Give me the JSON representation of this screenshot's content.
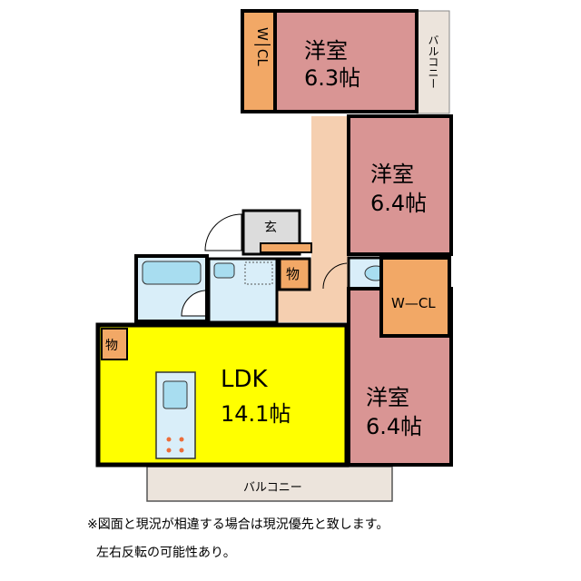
{
  "rooms": {
    "wcl_top": "W│CL",
    "room1_name": "洋室",
    "room1_size": "6.3帖",
    "balcony_top": "バルコニー",
    "room2_name": "洋室",
    "room2_size": "6.4帖",
    "genkan": "玄",
    "storage_hall": "物",
    "wcl_mid": "W—CL",
    "storage_ldk": "物",
    "ldk_name": "LDK",
    "ldk_size": "14.1帖",
    "room3_name": "洋室",
    "room3_size": "6.4帖",
    "balcony_bottom": "バルコニー"
  },
  "notes": {
    "line1": "※図面と現況が相違する場合は現況優先と致します。",
    "line2": "左右反転の可能性あり。"
  },
  "colors": {
    "western_room": "#d99594",
    "closet": "#f2a866",
    "ldk": "#ffff00",
    "hallway": "#f5cfb0",
    "wet_area": "#d9eef9",
    "genkan": "#dcdcdc",
    "balcony": "#ece4dc"
  }
}
